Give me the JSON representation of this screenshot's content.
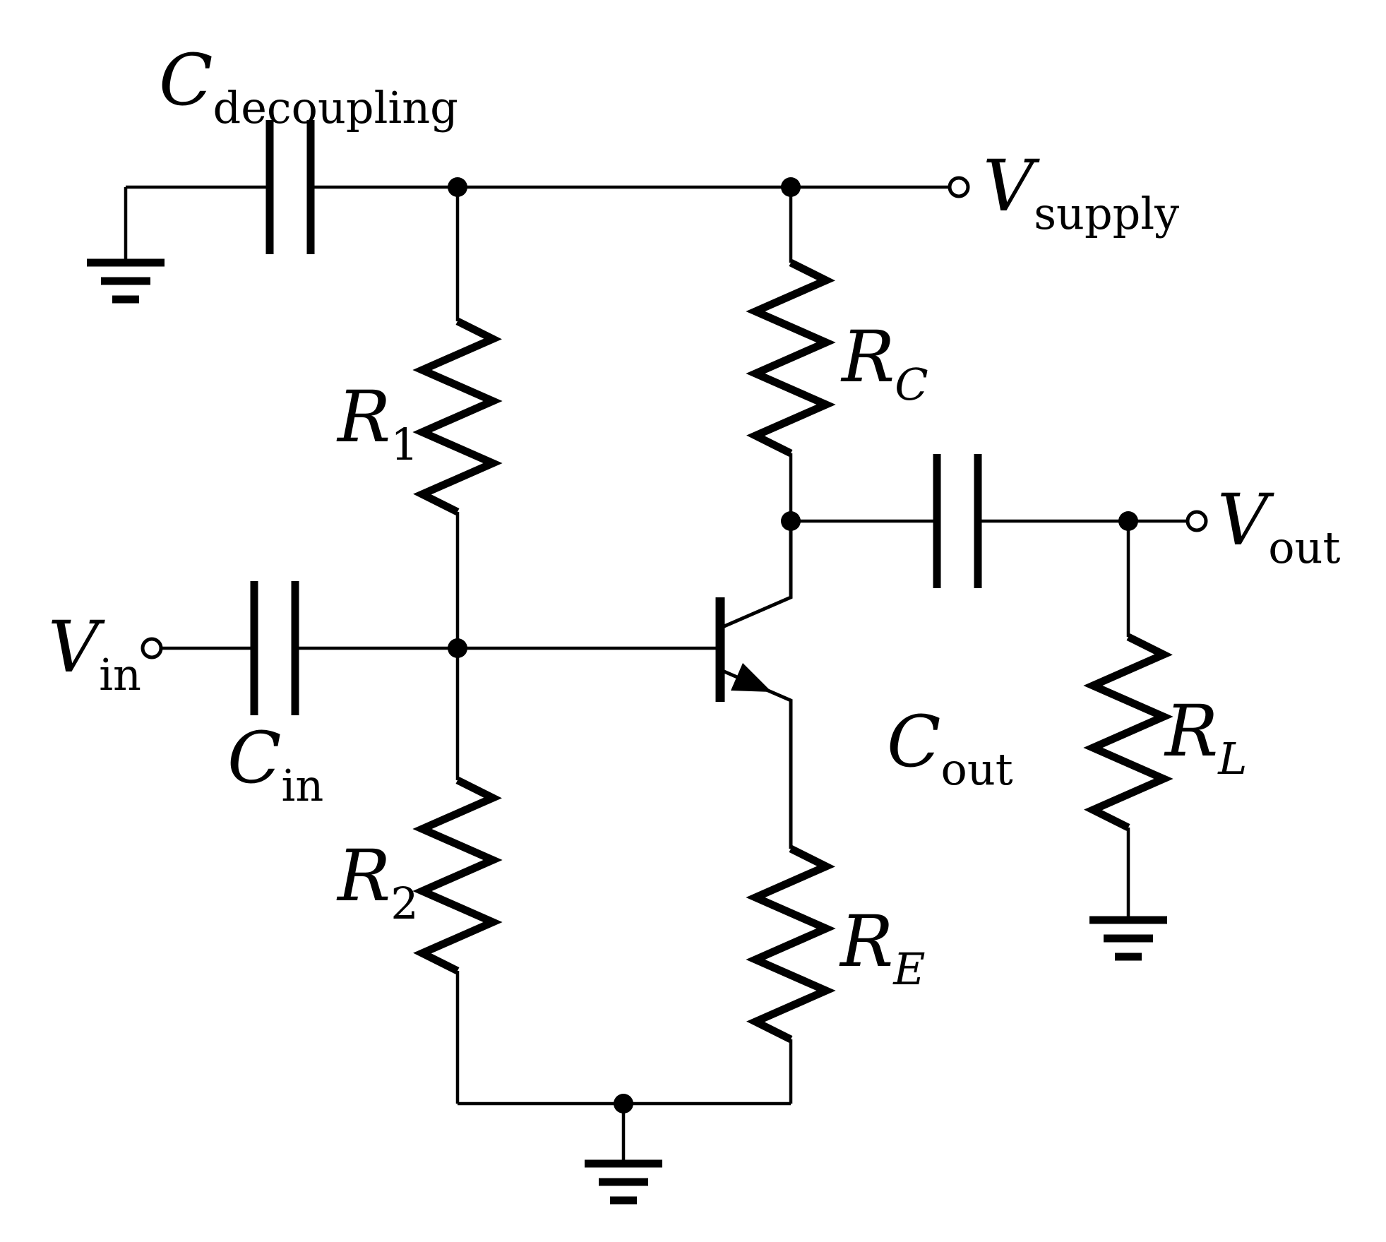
{
  "title": "Common-emitter NPN BJT amplifier schematic",
  "colors": {
    "ink": "#000000",
    "background": "#ffffff"
  },
  "labels": {
    "c_decoupling": {
      "main": "C",
      "sub": "decoupling"
    },
    "v_supply": {
      "main": "V",
      "sub": "supply"
    },
    "r1": {
      "main": "R",
      "sub": "1"
    },
    "rc": {
      "main": "R",
      "sub": "C"
    },
    "v_in": {
      "main": "V",
      "sub": "in"
    },
    "c_in": {
      "main": "C",
      "sub": "in"
    },
    "r2": {
      "main": "R",
      "sub": "2"
    },
    "re": {
      "main": "R",
      "sub": "E"
    },
    "c_out": {
      "main": "C",
      "sub": "out"
    },
    "v_out": {
      "main": "V",
      "sub": "out"
    },
    "rl": {
      "main": "R",
      "sub": "L"
    }
  },
  "schematic": {
    "type": "circuit-diagram",
    "transistor": "NPN BJT (base left, collector up, emitter down with arrow)",
    "devices": [
      {
        "id": "c_decoupling",
        "kind": "capacitor",
        "between": [
          "ground-left",
          "supply-rail"
        ]
      },
      {
        "id": "r1",
        "kind": "resistor",
        "between": [
          "supply-rail",
          "base-node"
        ]
      },
      {
        "id": "r2",
        "kind": "resistor",
        "between": [
          "base-node",
          "ground-bottom"
        ]
      },
      {
        "id": "rc",
        "kind": "resistor",
        "between": [
          "supply-rail",
          "collector-node"
        ]
      },
      {
        "id": "re",
        "kind": "resistor",
        "between": [
          "emitter",
          "ground-bottom"
        ]
      },
      {
        "id": "c_in",
        "kind": "capacitor",
        "between": [
          "v-in-terminal",
          "base-node"
        ]
      },
      {
        "id": "c_out",
        "kind": "capacitor",
        "between": [
          "collector-node",
          "v-out-node"
        ]
      },
      {
        "id": "rl",
        "kind": "resistor",
        "between": [
          "v-out-node",
          "ground-right"
        ]
      }
    ],
    "terminals": [
      "V_in",
      "V_supply",
      "V_out"
    ],
    "ground_count": 3,
    "junction_dots": 6
  }
}
